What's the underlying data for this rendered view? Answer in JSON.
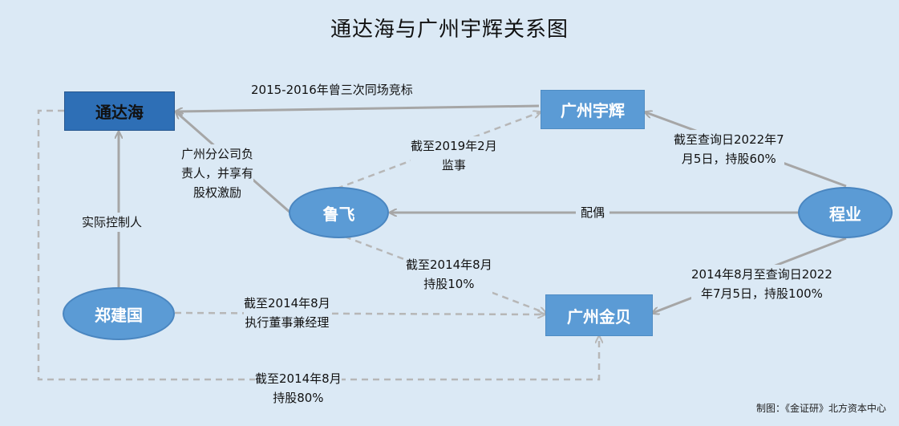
{
  "title": "通达海与广州宇辉关系图",
  "nodes": {
    "tongdahai": "通达海",
    "guangzhou_yuhui": "广州宇辉",
    "lufei": "鲁飞",
    "chengye": "程业",
    "zhengjianguo": "郑建国",
    "guangzhou_jinbei": "广州金贝"
  },
  "edges": {
    "bidding": "2015-2016年曾三次同场竞标",
    "branch_head": [
      "广州分公司负",
      "责人，并享有",
      "股权激励"
    ],
    "lufei_supervisor": [
      "截至2019年2月",
      "监事"
    ],
    "chengye_hold_yuhui": [
      "截至查询日2022年7",
      "月5日，持股60%"
    ],
    "spouse": "配偶",
    "actual_controller": "实际控制人",
    "lufei_hold_jinbei": [
      "截至2014年8月",
      "持股10%"
    ],
    "chengye_hold_jinbei": [
      "2014年8月至查询日2022",
      "年7月5日，持股100%"
    ],
    "zhengjianguo_exec": [
      "截至2014年8月",
      "执行董事兼经理"
    ],
    "tongdahai_hold_jinbei": [
      "截至2014年8月",
      "持股80%"
    ]
  },
  "source": "制图：《金证研》北方资本中心",
  "colors": {
    "background": "#dbe9f5",
    "node_dark": "#2e6fb6",
    "node_light": "#5b9bd5",
    "solid_edge": "#a6a6a6",
    "dashed_edge": "#b7b7b7"
  }
}
